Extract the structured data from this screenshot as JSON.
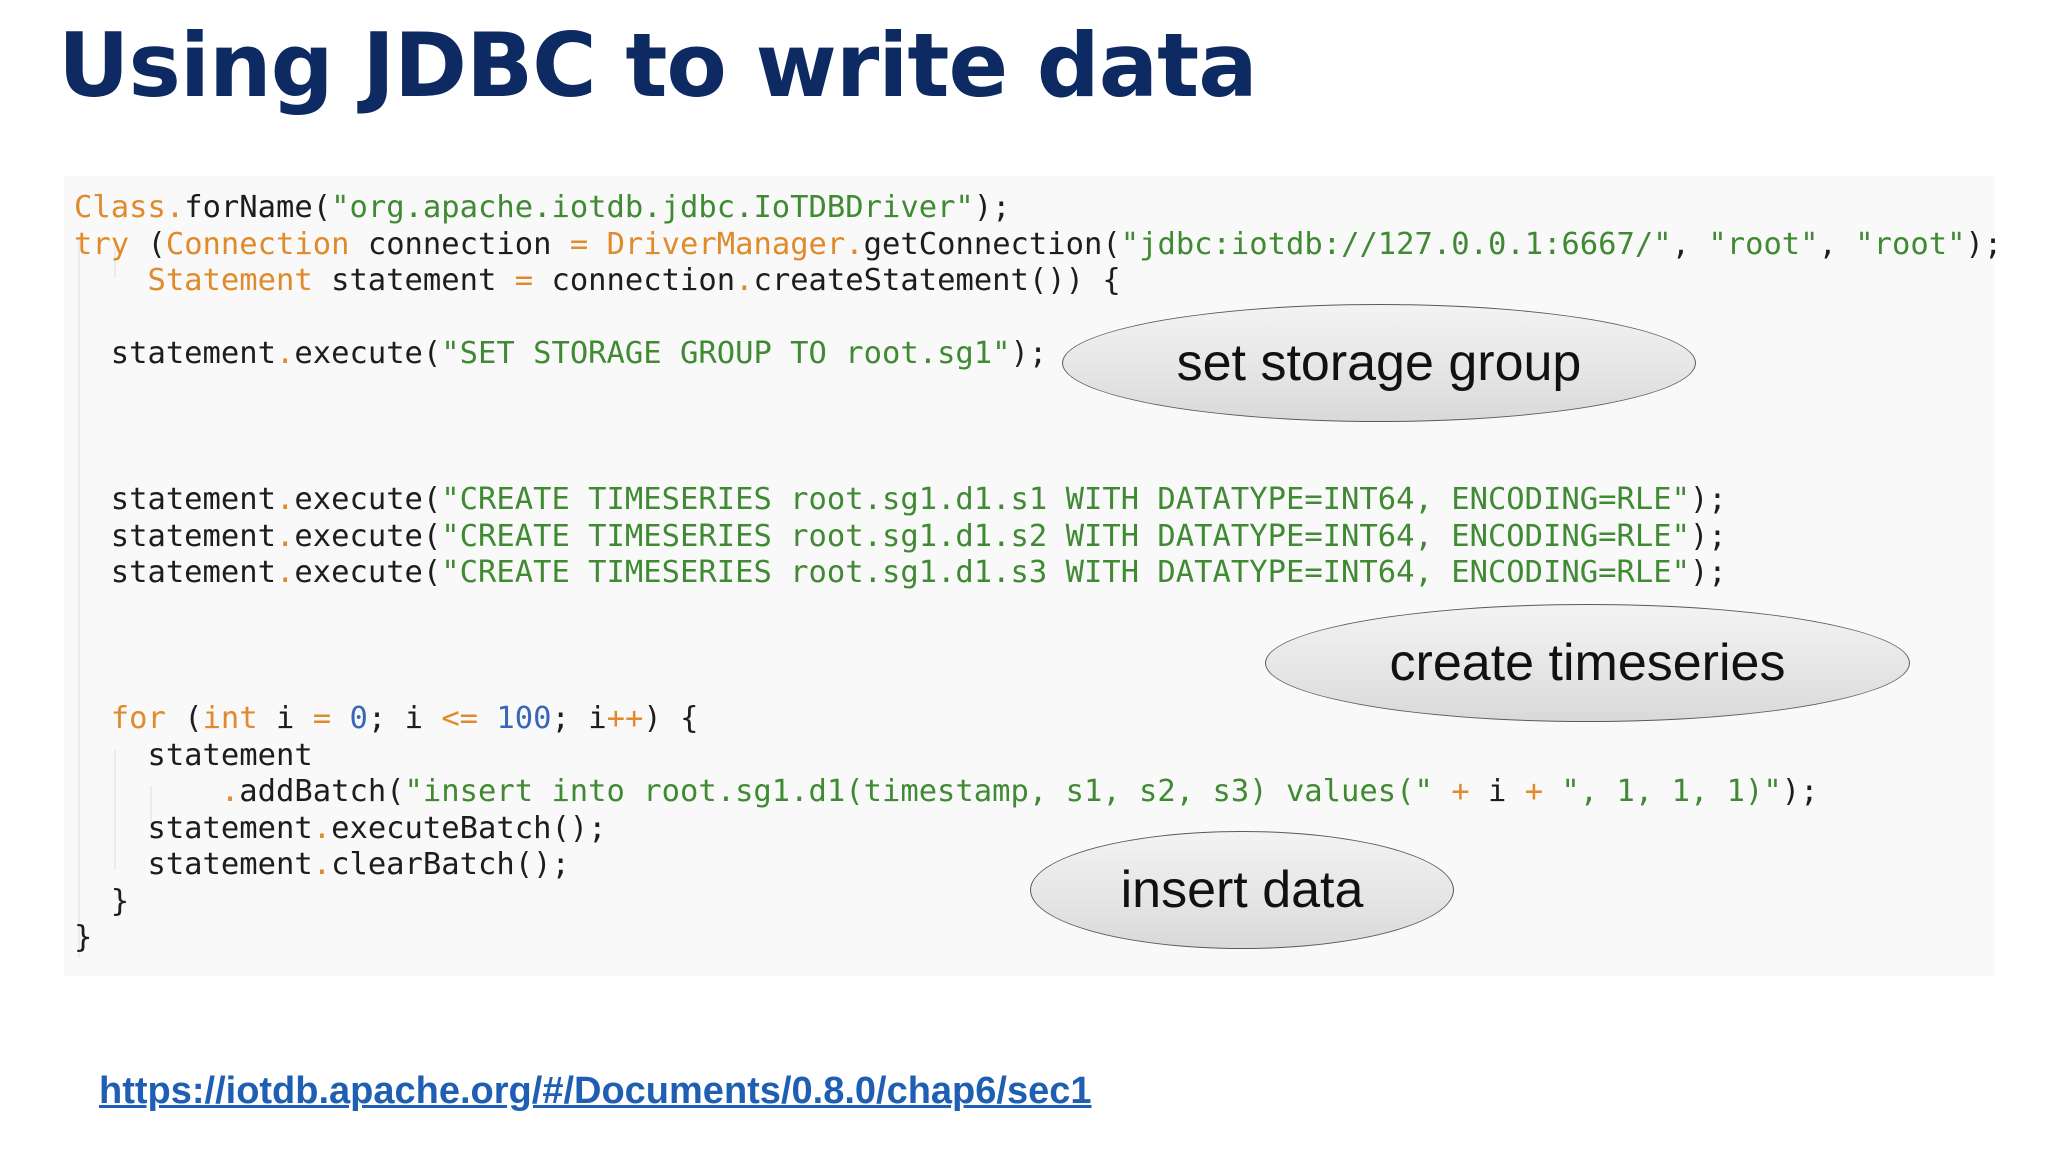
{
  "slide": {
    "title": "Using JDBC to write data",
    "link_text": "https://iotdb.apache.org/#/Documents/0.8.0/chap6/sec1"
  },
  "code": {
    "lines": [
      "Class.forName(\"org.apache.iotdb.jdbc.IoTDBDriver\");",
      "try (Connection connection = DriverManager.getConnection(\"jdbc:iotdb://127.0.0.1:6667/\", \"root\", \"root\");",
      "    Statement statement = connection.createStatement()) {",
      "",
      "  statement.execute(\"SET STORAGE GROUP TO root.sg1\");",
      "",
      "",
      "",
      "  statement.execute(\"CREATE TIMESERIES root.sg1.d1.s1 WITH DATATYPE=INT64, ENCODING=RLE\");",
      "  statement.execute(\"CREATE TIMESERIES root.sg1.d1.s2 WITH DATATYPE=INT64, ENCODING=RLE\");",
      "  statement.execute(\"CREATE TIMESERIES root.sg1.d1.s3 WITH DATATYPE=INT64, ENCODING=RLE\");",
      "",
      "",
      "",
      "  for (int i = 0; i <= 100; i++) {",
      "    statement",
      "        .addBatch(\"insert into root.sg1.d1(timestamp, s1, s2, s3) values(\" + i + \", 1, 1, 1)\");",
      "    statement.executeBatch();",
      "    statement.clearBatch();",
      "  }",
      "}"
    ]
  },
  "callouts": {
    "storage_group": "set storage group",
    "create_timeseries": "create timeseries",
    "insert_data": "insert data"
  },
  "colors": {
    "title": "#0d2a63",
    "keyword": "#e08a2c",
    "string": "#3f8a32",
    "number": "#3a66b8",
    "link": "#1f5fb3"
  }
}
